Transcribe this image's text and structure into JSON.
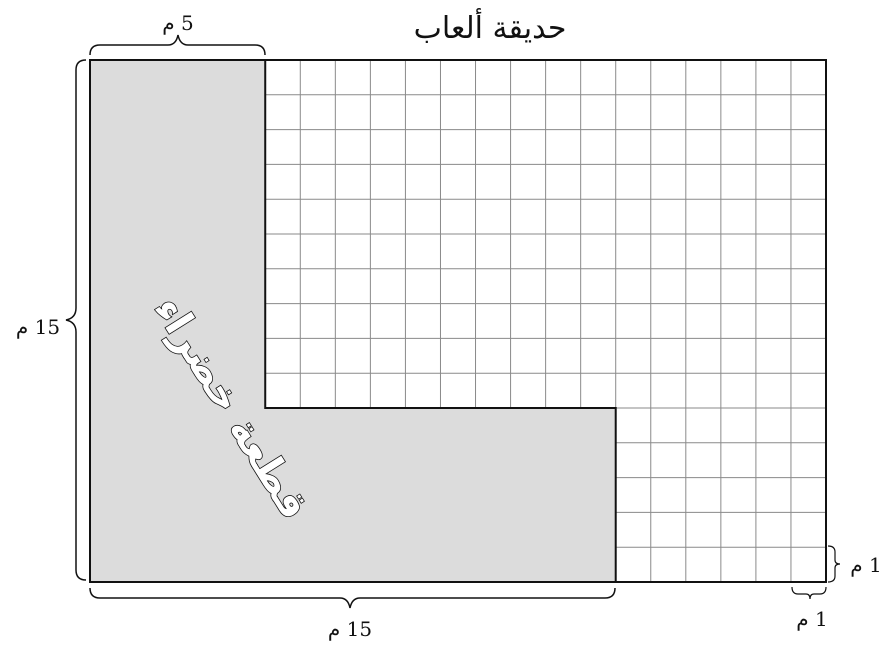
{
  "title": "حديقة ألعاب",
  "region_label": "قطعة خضراء",
  "grid": {
    "cols": 21,
    "rows": 15,
    "green_width_top": 5,
    "green_height_bottom": 5,
    "green_width_bottom": 15
  },
  "labels": {
    "top_width": "5 م",
    "left_height": "15 م",
    "bottom_width": "15 م",
    "unit_height": "1 م",
    "unit_width": "1 م"
  },
  "colors": {
    "green_area": "#dcdcdc",
    "grid_line": "#8a8a8a",
    "border": "#111111"
  }
}
